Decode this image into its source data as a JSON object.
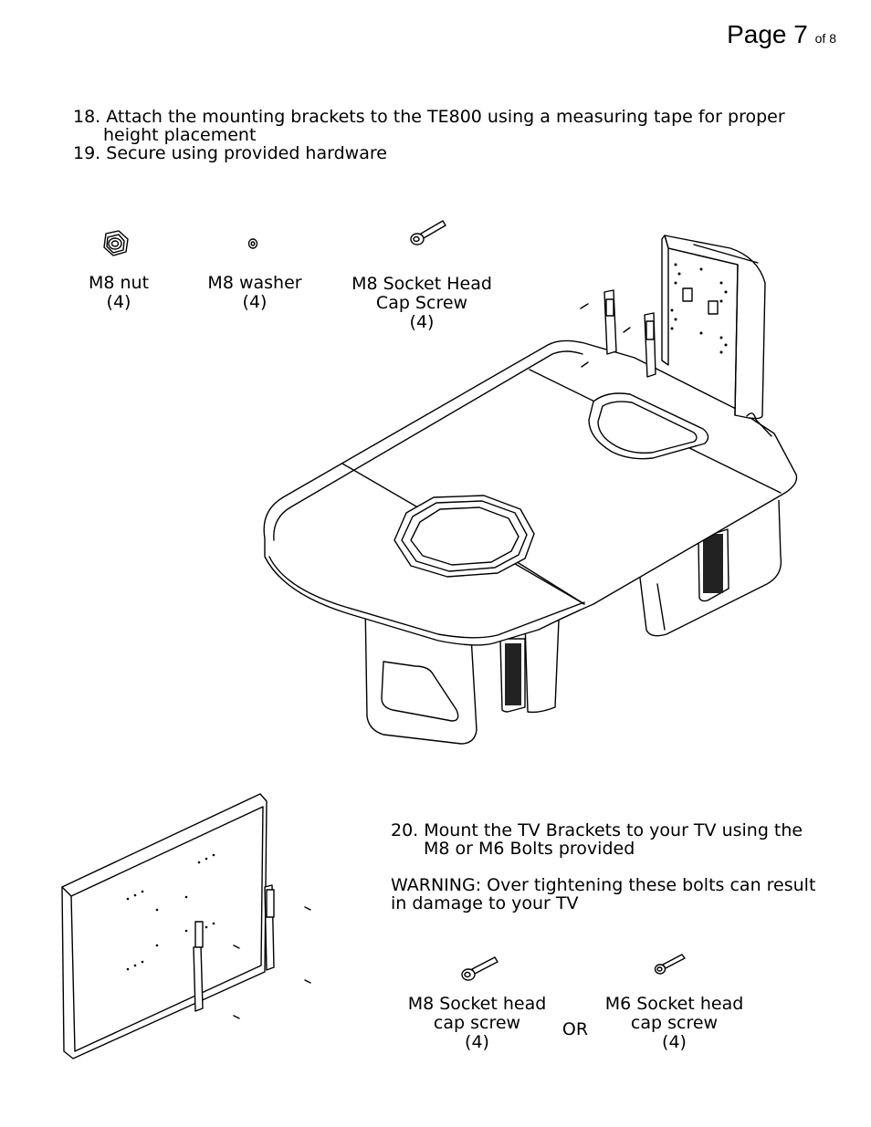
{
  "header": {
    "page_label": "Page 7",
    "page_of": "of 8"
  },
  "steps": {
    "s18_line1": "18. Attach the mounting brackets to the TE800 using a measuring tape for proper",
    "s18_line2": "height placement",
    "s19": "19. Secure using provided hardware",
    "s20_line1": "20. Mount the TV Brackets to your TV using the",
    "s20_line2": "M8 or M6 Bolts provided",
    "warning_line1": "WARNING: Over tightening these bolts can result",
    "warning_line2": "in damage to your TV"
  },
  "hardware_top": {
    "nut": {
      "name": "M8 nut",
      "qty": "(4)"
    },
    "washer": {
      "name": "M8 washer",
      "qty": "(4)"
    },
    "screw_line1": "M8 Socket Head",
    "screw_line2": "Cap Screw",
    "screw_qty": "(4)"
  },
  "hardware_bottom": {
    "m8_line1": "M8 Socket head",
    "m8_line2": "cap screw",
    "m8_qty": "(4)",
    "or_label": "OR",
    "m6_line1": "M6 Socket head",
    "m6_line2": "cap screw",
    "m6_qty": "(4)"
  }
}
